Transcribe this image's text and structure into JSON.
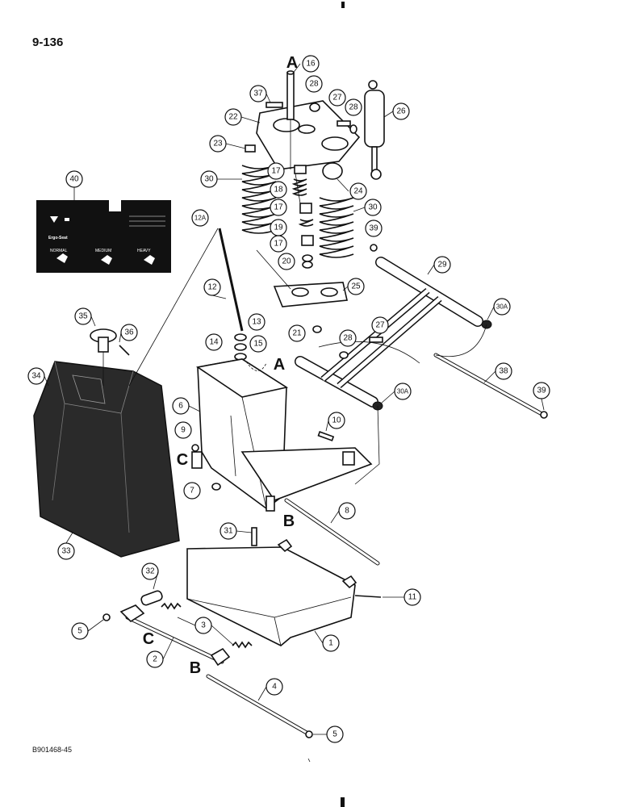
{
  "page_number": "9-136",
  "drawing_code": "B901468-45",
  "reference_letters": [
    "A",
    "A",
    "B",
    "B",
    "C",
    "C"
  ],
  "decal": {
    "title": "Ergo-Seat",
    "labels": [
      "NORMAL",
      "MEDIUM",
      "HEAVY"
    ]
  },
  "callouts": [
    "1",
    "2",
    "3",
    "4",
    "5",
    "5",
    "6",
    "7",
    "8",
    "9",
    "10",
    "11",
    "12",
    "12A",
    "13",
    "14",
    "15",
    "16",
    "17",
    "17",
    "17",
    "18",
    "19",
    "20",
    "21",
    "22",
    "23",
    "24",
    "25",
    "26",
    "27",
    "27",
    "28",
    "28",
    "28",
    "29",
    "30",
    "30",
    "30A",
    "30A",
    "31",
    "32",
    "33",
    "34",
    "35",
    "36",
    "37",
    "38",
    "39",
    "39",
    "40"
  ]
}
